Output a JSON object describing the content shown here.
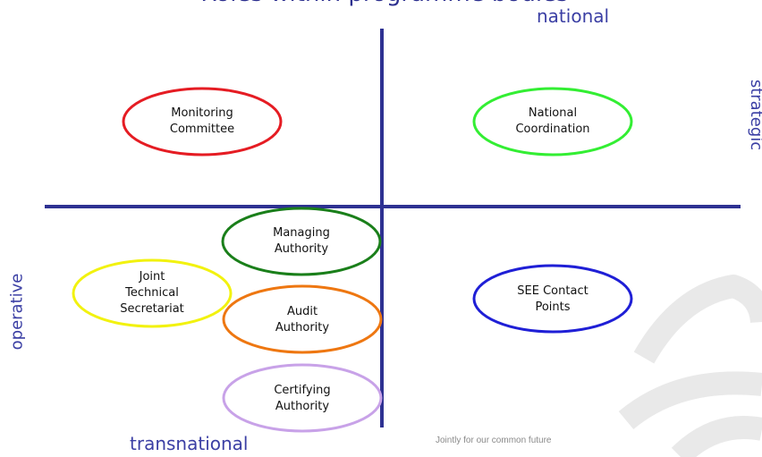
{
  "header": {
    "title": "Roles within programme bodies"
  },
  "axes": {
    "top_label": "national",
    "bottom_label": "transnational",
    "right_label": "strategic",
    "left_label": "operative"
  },
  "footer": {
    "tagline": "Jointly for our common future"
  },
  "colors": {
    "axis": "#2e3192",
    "red": "#e51c23",
    "green_light": "#33ee33",
    "green_dark": "#1a7f1a",
    "yellow": "#f2f20f",
    "orange": "#ee7711",
    "blue": "#1f1fd6",
    "lilac": "#c8a2e8"
  },
  "nodes": [
    {
      "id": "monitoring-committee",
      "lines": [
        "Monitoring",
        "Committee"
      ]
    },
    {
      "id": "national-coordination",
      "lines": [
        "National",
        "Coordination"
      ]
    },
    {
      "id": "managing-authority",
      "lines": [
        "Managing",
        "Authority"
      ]
    },
    {
      "id": "joint-technical-secretariat",
      "lines": [
        "Joint",
        "Technical",
        "Secretariat"
      ]
    },
    {
      "id": "audit-authority",
      "lines": [
        "Audit",
        "Authority"
      ]
    },
    {
      "id": "see-contact-points",
      "lines": [
        "SEE Contact",
        "Points"
      ]
    },
    {
      "id": "certifying-authority",
      "lines": [
        "Certifying",
        "Authority"
      ]
    }
  ]
}
